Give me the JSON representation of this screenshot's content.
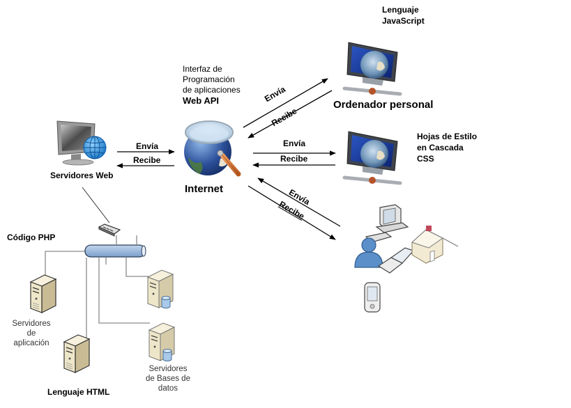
{
  "diagram": {
    "title": "Arquitectura de aplicaciones web",
    "colors": {
      "monitor_frame": "#4a4f57",
      "screen_blue": "#1c3f9e",
      "globe_blue": "#2b8fd6",
      "server_beige": "#efe6c8",
      "network_bus": "#9dbbe0",
      "person_blue": "#5b8fc9",
      "arrow": "#000000"
    },
    "nodes": {
      "web_server": {
        "label": "Servidores Web",
        "icon": "monitor-globe-icon"
      },
      "internet": {
        "label": "Internet",
        "icon": "globe-magnifier-icon"
      },
      "web_api": {
        "lines": [
          "Interfaz de",
          "Programación",
          "de aplicaciones"
        ],
        "title": "Web API"
      },
      "pc": {
        "label": "Ordenador personal",
        "icon": "monitor-earth-icon"
      },
      "javascript": {
        "lines": [
          "Lenguaje",
          "JavaScript"
        ]
      },
      "css_monitor": {
        "icon": "monitor-earth-icon"
      },
      "css": {
        "lines": [
          "Hojas de Estilo",
          "en Cascada",
          "CSS"
        ]
      },
      "clients": {
        "icons": [
          "desktop-pc-icon",
          "user-icon",
          "laptop-icon",
          "house-icon",
          "mobile-device-icon"
        ]
      },
      "php": {
        "label": "Código PHP"
      },
      "switch": {
        "icon": "network-switch-icon"
      },
      "bus": {
        "icon": "network-bus-icon"
      },
      "app_servers": {
        "lines": [
          "Servidores",
          "de",
          "aplicación"
        ],
        "icon": "server-tower-icon"
      },
      "html_server": {
        "icon": "server-tower-icon"
      },
      "html": {
        "label": "Lenguaje HTML"
      },
      "db_server_top": {
        "icon": "database-server-icon"
      },
      "db_servers": {
        "lines": [
          "Servidores",
          "de Bases de",
          "datos"
        ],
        "icon": "database-server-icon"
      }
    },
    "edges": [
      {
        "from": "web_server",
        "to": "internet",
        "send": "Envía",
        "receive": "Recibe"
      },
      {
        "from": "internet",
        "to": "pc",
        "send": "Envía",
        "receive": "Recibe"
      },
      {
        "from": "internet",
        "to": "css_monitor",
        "send": "Envía",
        "receive": "Recibe"
      },
      {
        "from": "internet",
        "to": "clients",
        "send": "Envía",
        "receive": "Recibe"
      }
    ]
  }
}
